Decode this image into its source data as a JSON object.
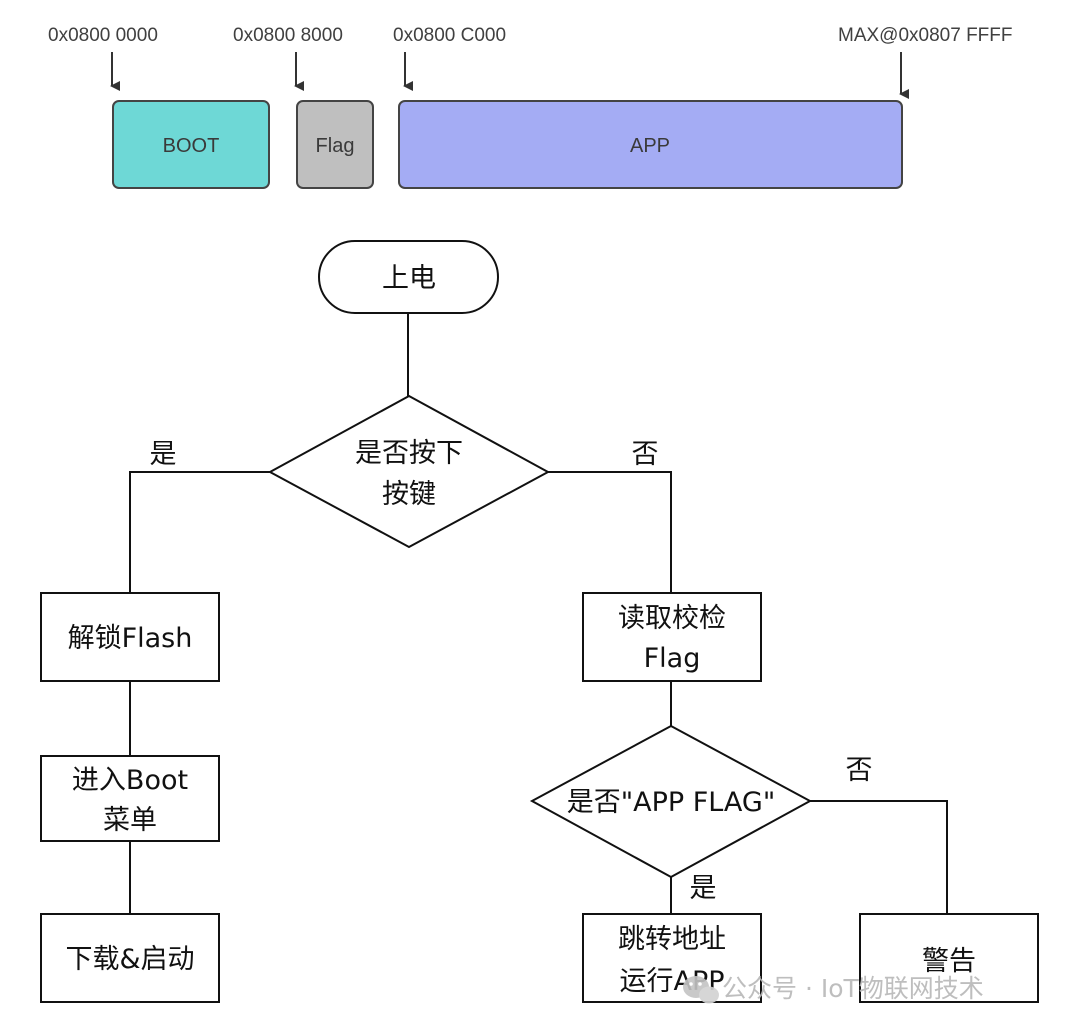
{
  "memory_map": {
    "addresses": {
      "boot_start": "0x0800 0000",
      "flag_start": "0x0800 8000",
      "app_start": "0x0800 C000",
      "max": "MAX@0x0807 FFFF"
    },
    "blocks": {
      "boot": "BOOT",
      "flag": "Flag",
      "app": "APP"
    },
    "colors": {
      "boot": "#6ed8d6",
      "flag": "#bfbfbf",
      "app": "#a4acf4"
    }
  },
  "flowchart": {
    "start": "上电",
    "decision_key": [
      "是否按下",
      "按键"
    ],
    "yes_label_1": "是",
    "no_label_1": "否",
    "unlock_flash": "解锁Flash",
    "enter_boot": [
      "进入Boot",
      "菜单"
    ],
    "download_start": "下载&启动",
    "read_check": [
      "读取校检",
      "Flag"
    ],
    "decision_flag": "是否\"APP FLAG\"",
    "no_label_2": "否",
    "yes_label_2": "是",
    "jump_run": [
      "跳转地址",
      "运行APP"
    ],
    "warning": "警告"
  },
  "watermark": {
    "icon": "wechat-icon",
    "text": "公众号 · IoT物联网技术"
  }
}
